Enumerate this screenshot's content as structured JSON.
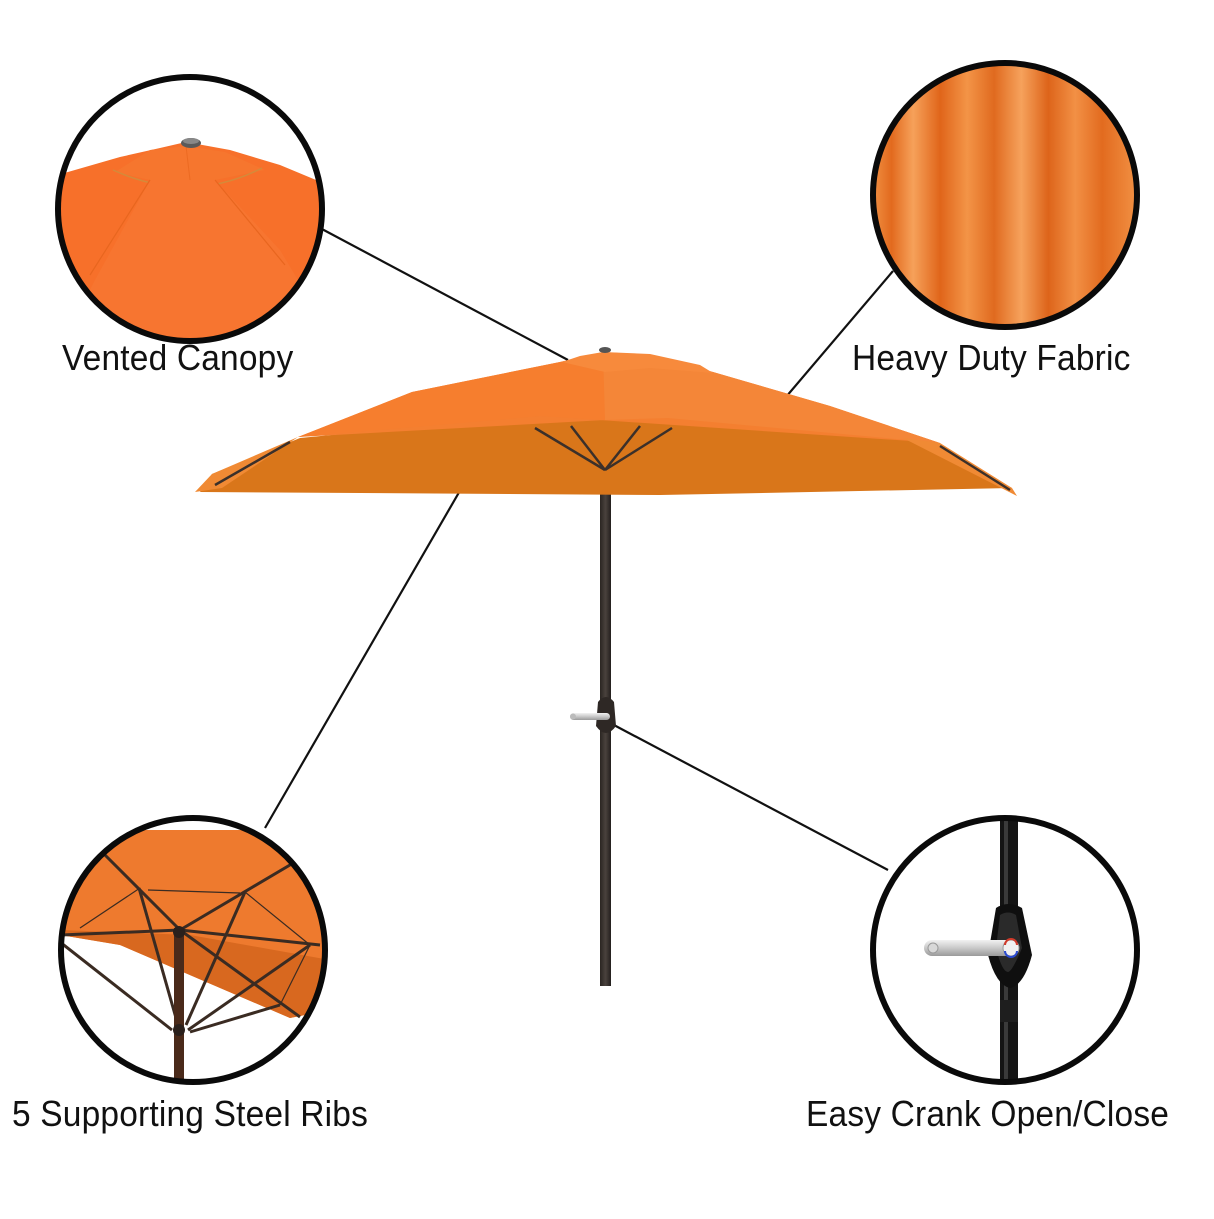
{
  "features": [
    {
      "id": "vented-canopy",
      "label": "Vented Canopy",
      "position": "top-left"
    },
    {
      "id": "heavy-duty-fabric",
      "label": "Heavy Duty Fabric",
      "position": "top-right"
    },
    {
      "id": "steel-ribs",
      "label": "5 Supporting Steel Ribs",
      "position": "bottom-left"
    },
    {
      "id": "easy-crank",
      "label": "Easy Crank Open/Close",
      "position": "bottom-right"
    }
  ],
  "colors": {
    "canopy_top": "#F47A2E",
    "canopy_under": "#D9761A",
    "fabric_light": "#F39447",
    "fabric_dark": "#E0651A",
    "pole": "#3A3330",
    "circle_outline": "#0A0A0A",
    "leader_line": "#111111",
    "background": "#FFFFFF"
  }
}
